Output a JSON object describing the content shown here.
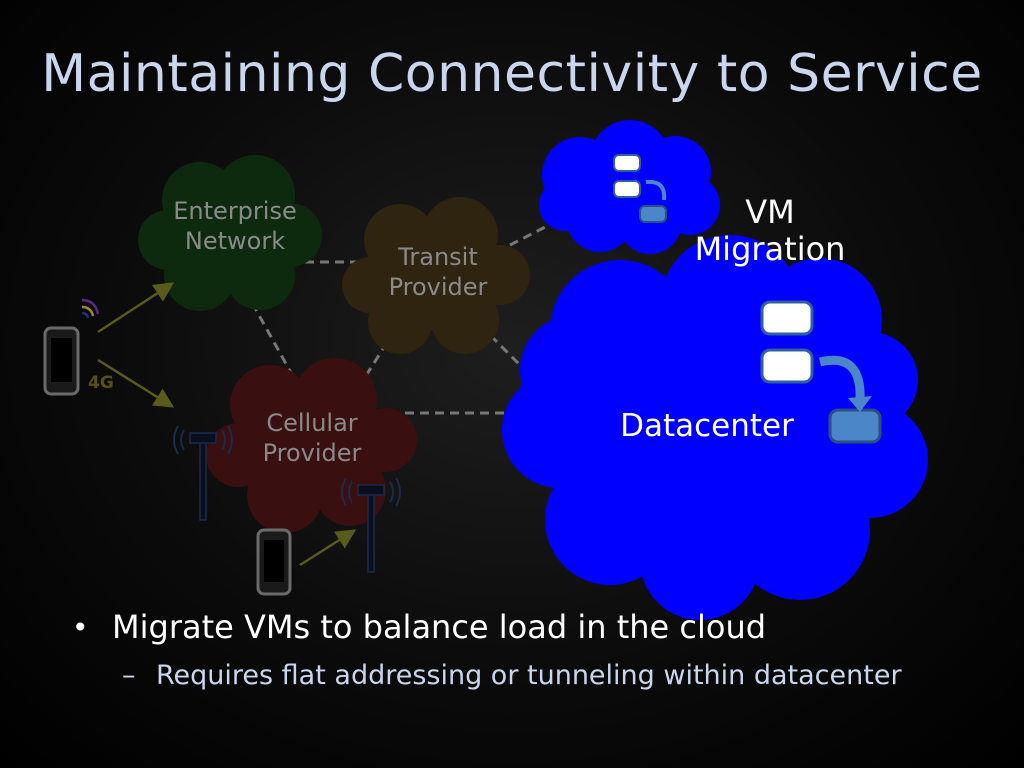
{
  "slide": {
    "title": "Maintaining Connectivity to Service"
  },
  "diagram": {
    "nodes": {
      "enterprise": "Enterprise\nNetwork",
      "transit": "Transit\nProvider",
      "cellular": "Cellular\nProvider",
      "datacenter": "Datacenter",
      "vm_migration": "VM\nMigration"
    },
    "phone_label": "4G",
    "colors": {
      "datacenter_cloud": "#0000ff",
      "enterprise_cloud": "#0e2a0e",
      "transit_cloud": "#2e2410",
      "cellular_cloud": "#3a0f0f",
      "vm_box": "#4a86c8"
    }
  },
  "bullets": [
    {
      "text": "Migrate VMs to balance load in the cloud",
      "sub": "Requires flat addressing or tunneling within datacenter"
    }
  ],
  "bullet_marker": "•",
  "sub_marker": "–"
}
